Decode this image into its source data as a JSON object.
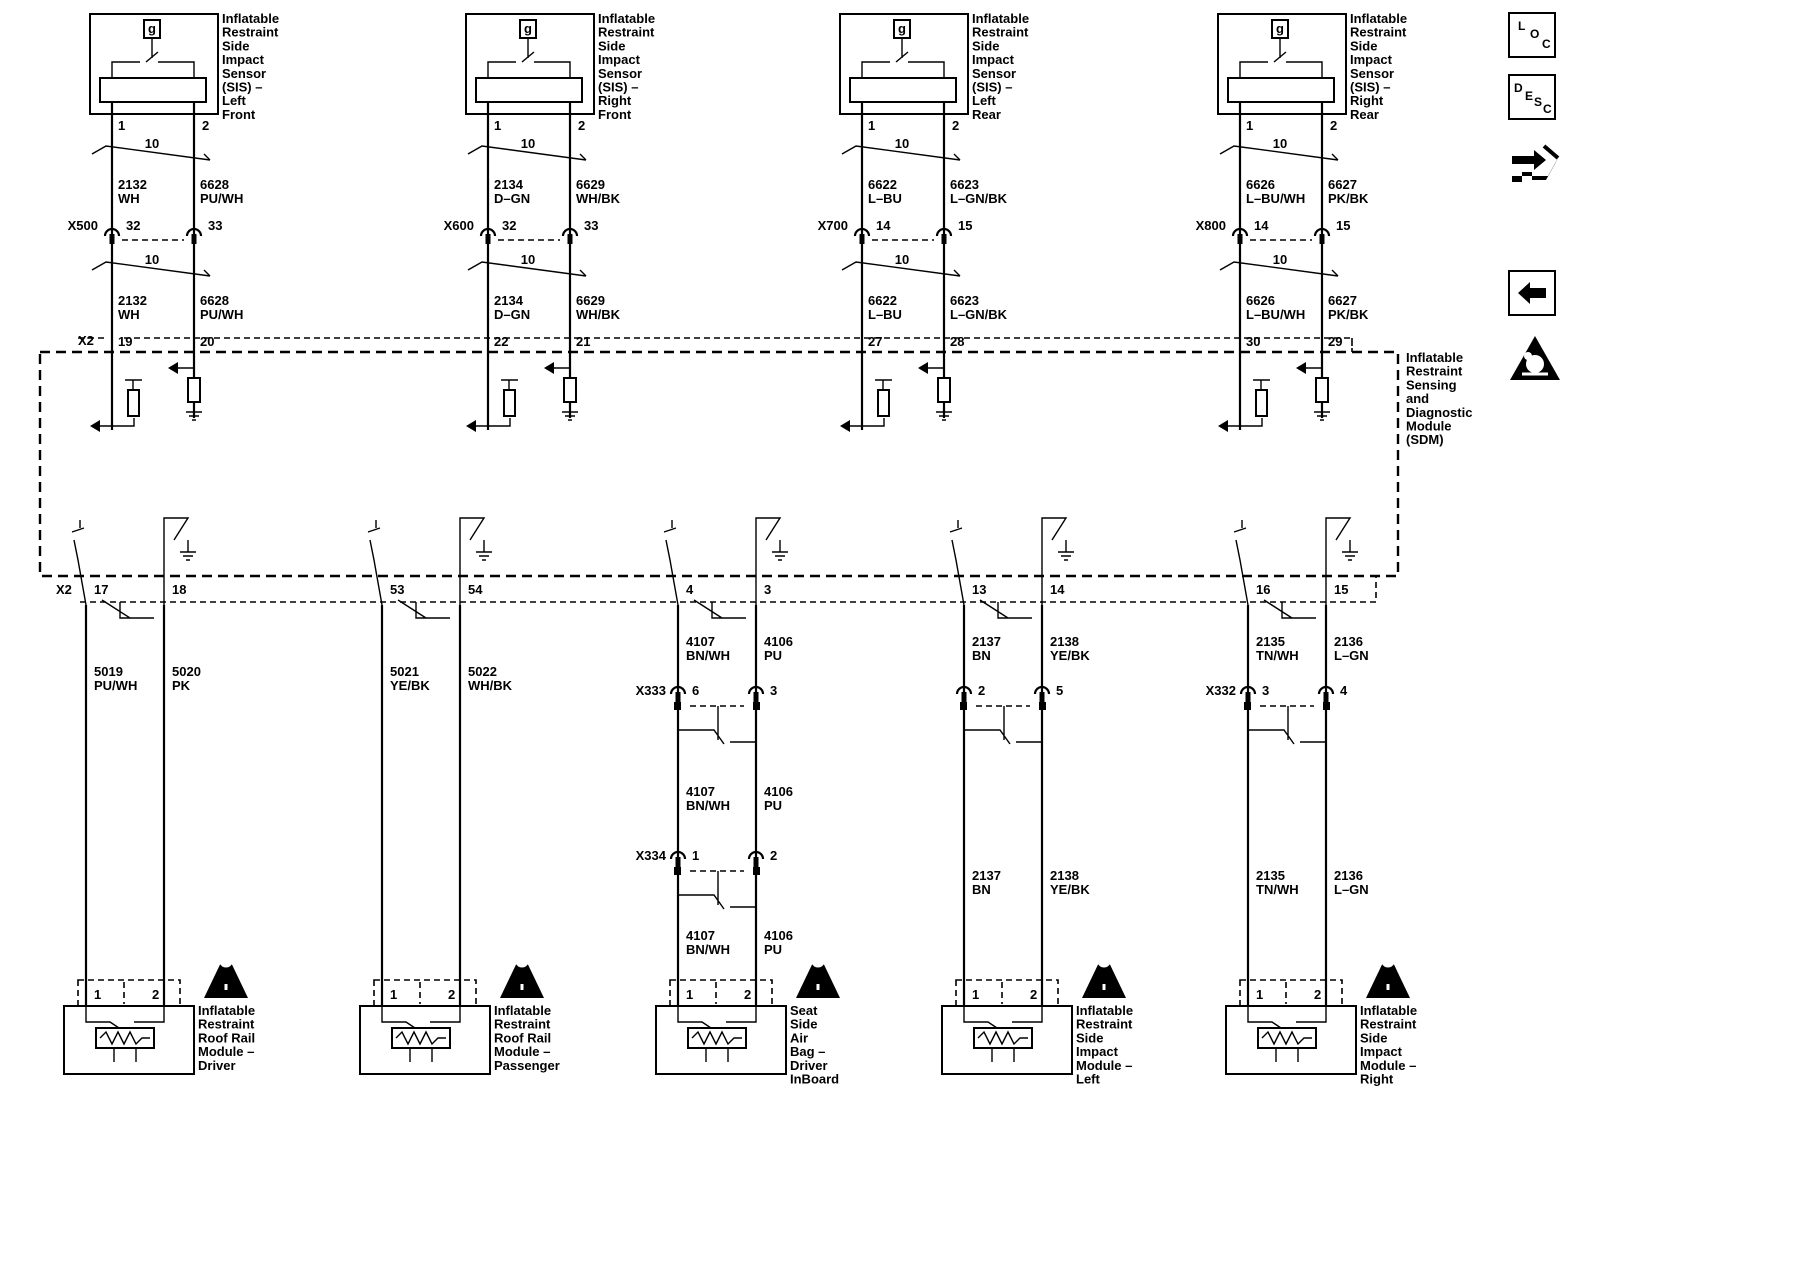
{
  "sdm": {
    "name": "Inflatable Restraint Sensing and Diagnostic Module (SDM)",
    "name_lines": [
      "Inflatable",
      "Restraint",
      "Sensing",
      "and",
      "Diagnostic",
      "Module",
      "(SDM)"
    ],
    "connector_top": "X2",
    "connector_bottom": "X2"
  },
  "sensors": [
    {
      "name_lines": [
        "Inflatable",
        "Restraint",
        "Side",
        "Impact",
        "Sensor",
        "(SIS) –",
        "Left",
        "Front"
      ],
      "pins": [
        "1",
        "2"
      ],
      "symbol": "g",
      "twist": "10",
      "left_circuit": "2132",
      "left_color": "WH",
      "right_circuit": "6628",
      "right_color": "PU/WH",
      "inline_connector": "X500",
      "inline_left_pin": "32",
      "inline_right_pin": "33",
      "sdm_left_pin": "19",
      "sdm_right_pin": "20"
    },
    {
      "name_lines": [
        "Inflatable",
        "Restraint",
        "Side",
        "Impact",
        "Sensor",
        "(SIS) –",
        "Right",
        "Front"
      ],
      "pins": [
        "1",
        "2"
      ],
      "symbol": "g",
      "twist": "10",
      "left_circuit": "2134",
      "left_color": "D–GN",
      "right_circuit": "6629",
      "right_color": "WH/BK",
      "inline_connector": "X600",
      "inline_left_pin": "32",
      "inline_right_pin": "33",
      "sdm_left_pin": "22",
      "sdm_right_pin": "21"
    },
    {
      "name_lines": [
        "Inflatable",
        "Restraint",
        "Side",
        "Impact",
        "Sensor",
        "(SIS) –",
        "Left",
        "Rear"
      ],
      "pins": [
        "1",
        "2"
      ],
      "symbol": "g",
      "twist": "10",
      "left_circuit": "6622",
      "left_color": "L–BU",
      "right_circuit": "6623",
      "right_color": "L–GN/BK",
      "inline_connector": "X700",
      "inline_left_pin": "14",
      "inline_right_pin": "15",
      "sdm_left_pin": "27",
      "sdm_right_pin": "28"
    },
    {
      "name_lines": [
        "Inflatable",
        "Restraint",
        "Side",
        "Impact",
        "Sensor",
        "(SIS) –",
        "Right",
        "Rear"
      ],
      "pins": [
        "1",
        "2"
      ],
      "symbol": "g",
      "twist": "10",
      "left_circuit": "6626",
      "left_color": "L–BU/WH",
      "right_circuit": "6627",
      "right_color": "PK/BK",
      "inline_connector": "X800",
      "inline_left_pin": "14",
      "inline_right_pin": "15",
      "sdm_left_pin": "30",
      "sdm_right_pin": "29"
    }
  ],
  "modules": [
    {
      "name_lines": [
        "Inflatable",
        "Restraint",
        "Roof Rail",
        "Module –",
        "Driver"
      ],
      "pins": [
        "1",
        "2"
      ],
      "sdm_left_pin": "17",
      "sdm_right_pin": "18",
      "runs": [
        {
          "left_circuit": "5019",
          "left_color": "PU/WH",
          "right_circuit": "5020",
          "right_color": "PK"
        }
      ],
      "connectors": []
    },
    {
      "name_lines": [
        "Inflatable",
        "Restraint",
        "Roof Rail",
        "Module –",
        "Passenger"
      ],
      "pins": [
        "1",
        "2"
      ],
      "sdm_left_pin": "53",
      "sdm_right_pin": "54",
      "runs": [
        {
          "left_circuit": "5021",
          "left_color": "YE/BK",
          "right_circuit": "5022",
          "right_color": "WH/BK"
        }
      ],
      "connectors": []
    },
    {
      "name_lines": [
        "Seat",
        "Side",
        "Air",
        "Bag –",
        "Driver",
        "InBoard"
      ],
      "pins": [
        "1",
        "2"
      ],
      "sdm_left_pin": "4",
      "sdm_right_pin": "3",
      "runs": [
        {
          "left_circuit": "4107",
          "left_color": "BN/WH",
          "right_circuit": "4106",
          "right_color": "PU"
        },
        {
          "left_circuit": "4107",
          "left_color": "BN/WH",
          "right_circuit": "4106",
          "right_color": "PU"
        },
        {
          "left_circuit": "4107",
          "left_color": "BN/WH",
          "right_circuit": "4106",
          "right_color": "PU"
        }
      ],
      "connectors": [
        {
          "name": "X333",
          "left_pin": "6",
          "right_pin": "3"
        },
        {
          "name": "X334",
          "left_pin": "1",
          "right_pin": "2"
        }
      ]
    },
    {
      "name_lines": [
        "Inflatable",
        "Restraint",
        "Side",
        "Impact",
        "Module –",
        "Left"
      ],
      "pins": [
        "1",
        "2"
      ],
      "sdm_left_pin": "13",
      "sdm_right_pin": "14",
      "runs": [
        {
          "left_circuit": "2137",
          "left_color": "BN",
          "right_circuit": "2138",
          "right_color": "YE/BK"
        },
        {
          "left_circuit": "2137",
          "left_color": "BN",
          "right_circuit": "2138",
          "right_color": "YE/BK"
        }
      ],
      "connectors": [
        {
          "name": "",
          "left_pin": "2",
          "right_pin": "5"
        }
      ]
    },
    {
      "name_lines": [
        "Inflatable",
        "Restraint",
        "Side",
        "Impact",
        "Module –",
        "Right"
      ],
      "pins": [
        "1",
        "2"
      ],
      "sdm_left_pin": "16",
      "sdm_right_pin": "15",
      "runs": [
        {
          "left_circuit": "2135",
          "left_color": "TN/WH",
          "right_circuit": "2136",
          "right_color": "L–GN"
        },
        {
          "left_circuit": "2135",
          "left_color": "TN/WH",
          "right_circuit": "2136",
          "right_color": "L–GN"
        }
      ],
      "connectors": [
        {
          "name": "X332",
          "left_pin": "3",
          "right_pin": "4"
        }
      ]
    }
  ],
  "toolbar": {
    "loc": {
      "letters": [
        "L",
        "O",
        "C"
      ],
      "icon": "location-icon"
    },
    "desc": {
      "letters": [
        "D",
        "E",
        "S",
        "C"
      ],
      "icon": "description-icon"
    },
    "connector_icon": "connector-end-view-icon",
    "back_icon": "back-arrow-icon",
    "airbag_icon": "airbag-warning-icon"
  }
}
